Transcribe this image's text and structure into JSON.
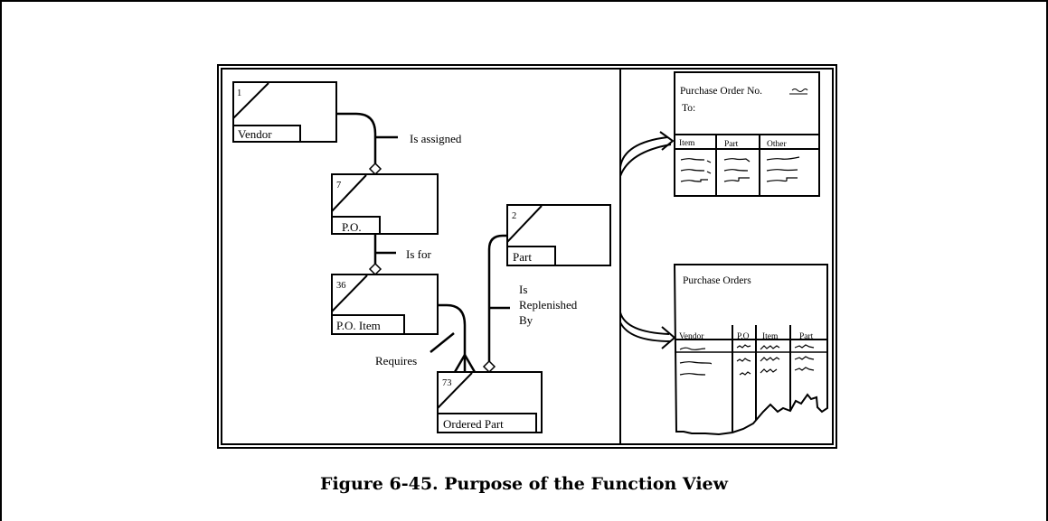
{
  "entities": [
    {
      "id": "vendor",
      "number": "1",
      "name": "Vendor"
    },
    {
      "id": "po",
      "number": "7",
      "name": "P.O."
    },
    {
      "id": "po-item",
      "number": "36",
      "name": "P.O. Item"
    },
    {
      "id": "part",
      "number": "2",
      "name": "Part"
    },
    {
      "id": "ordered-part",
      "number": "73",
      "name": "Ordered Part"
    }
  ],
  "relationships": {
    "is_assigned": "Is assigned",
    "is_for": "Is for",
    "requires": "Requires",
    "is_replenished_by": [
      "Is",
      "Replenished",
      "By"
    ]
  },
  "purchase_order_form": {
    "title": "Purchase Order No.",
    "to_label": "To:",
    "columns": [
      "Item",
      "Part",
      "Other"
    ]
  },
  "purchase_orders_report": {
    "title": "Purchase Orders",
    "columns": [
      "Vendor",
      "P.O",
      "Item",
      "Part"
    ]
  },
  "caption": "Figure 6-45.  Purpose of the Function View"
}
